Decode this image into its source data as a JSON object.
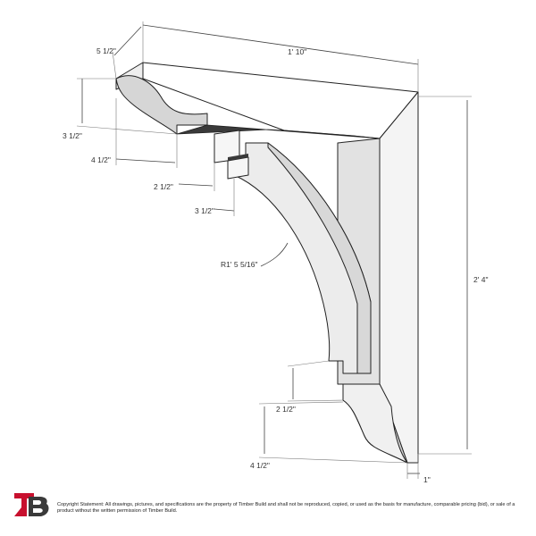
{
  "diagram": {
    "dimensions": {
      "depth": "5 1/2\"",
      "length": "1' 10\"",
      "height": "2' 4\"",
      "top_profile_drop": "3 1/2\"",
      "top_profile_reach": "4 1/2\"",
      "step_one": "2 1/2\"",
      "step_two": "3 1/2\"",
      "arc_radius": "R1' 5 5/16\"",
      "lower_step": "2 1/2\"",
      "lower_profile": "4 1/2\"",
      "thickness": "1\""
    }
  },
  "footer": {
    "logo_text": "TB",
    "copyright": "Copyright Statement: All drawings, pictures, and specifications are the property of Timber Build and shall not be reproduced, copied, or used as the basis for manufacture, comparable pricing (bid), or sale of a product without the written permission of Timber Build."
  },
  "colors": {
    "face": "#ffffff",
    "shade": "#e8e8e8",
    "dark_shade": "#c9c9c9",
    "shadow": "#3a3a3a",
    "brand_red": "#c8102e"
  }
}
